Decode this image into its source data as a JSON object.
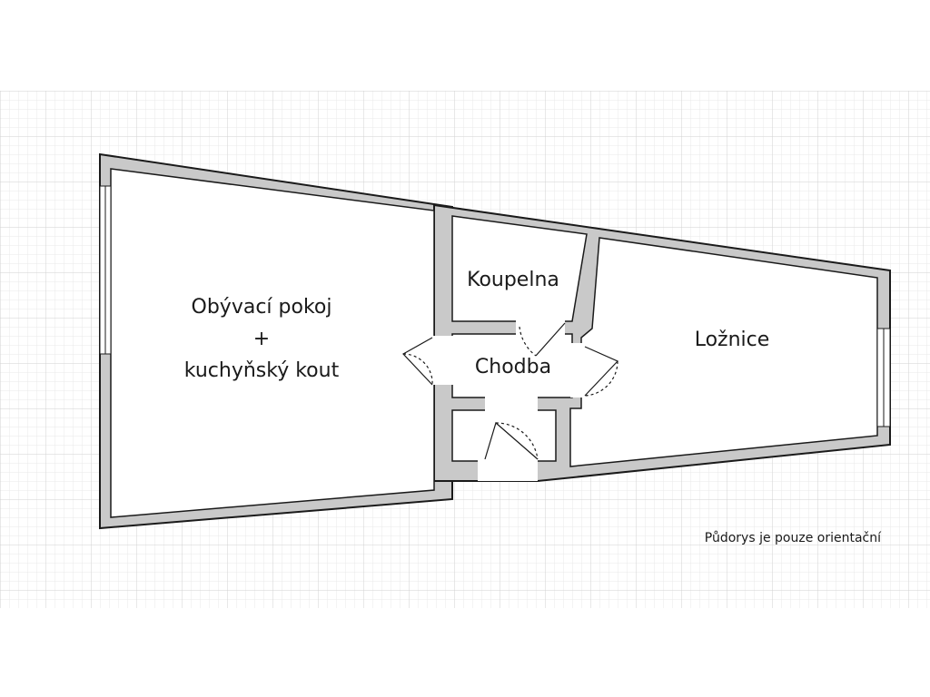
{
  "rooms": {
    "living": {
      "line1": "Obývací pokoj",
      "line2": "+",
      "line3": "kuchyňský kout"
    },
    "bathroom": "Koupelna",
    "hallway": "Chodba",
    "bedroom": "Ložnice"
  },
  "note": "Půdorys je pouze orientační",
  "colors": {
    "background": "#ffffff",
    "grid_minor": "#e9e9e9",
    "grid_major": "#d2d2d2",
    "wall_fill": "#c9c9c9",
    "wall_stroke": "#1a1a1a",
    "floor": "#ffffff",
    "text": "#1a1a1a"
  }
}
